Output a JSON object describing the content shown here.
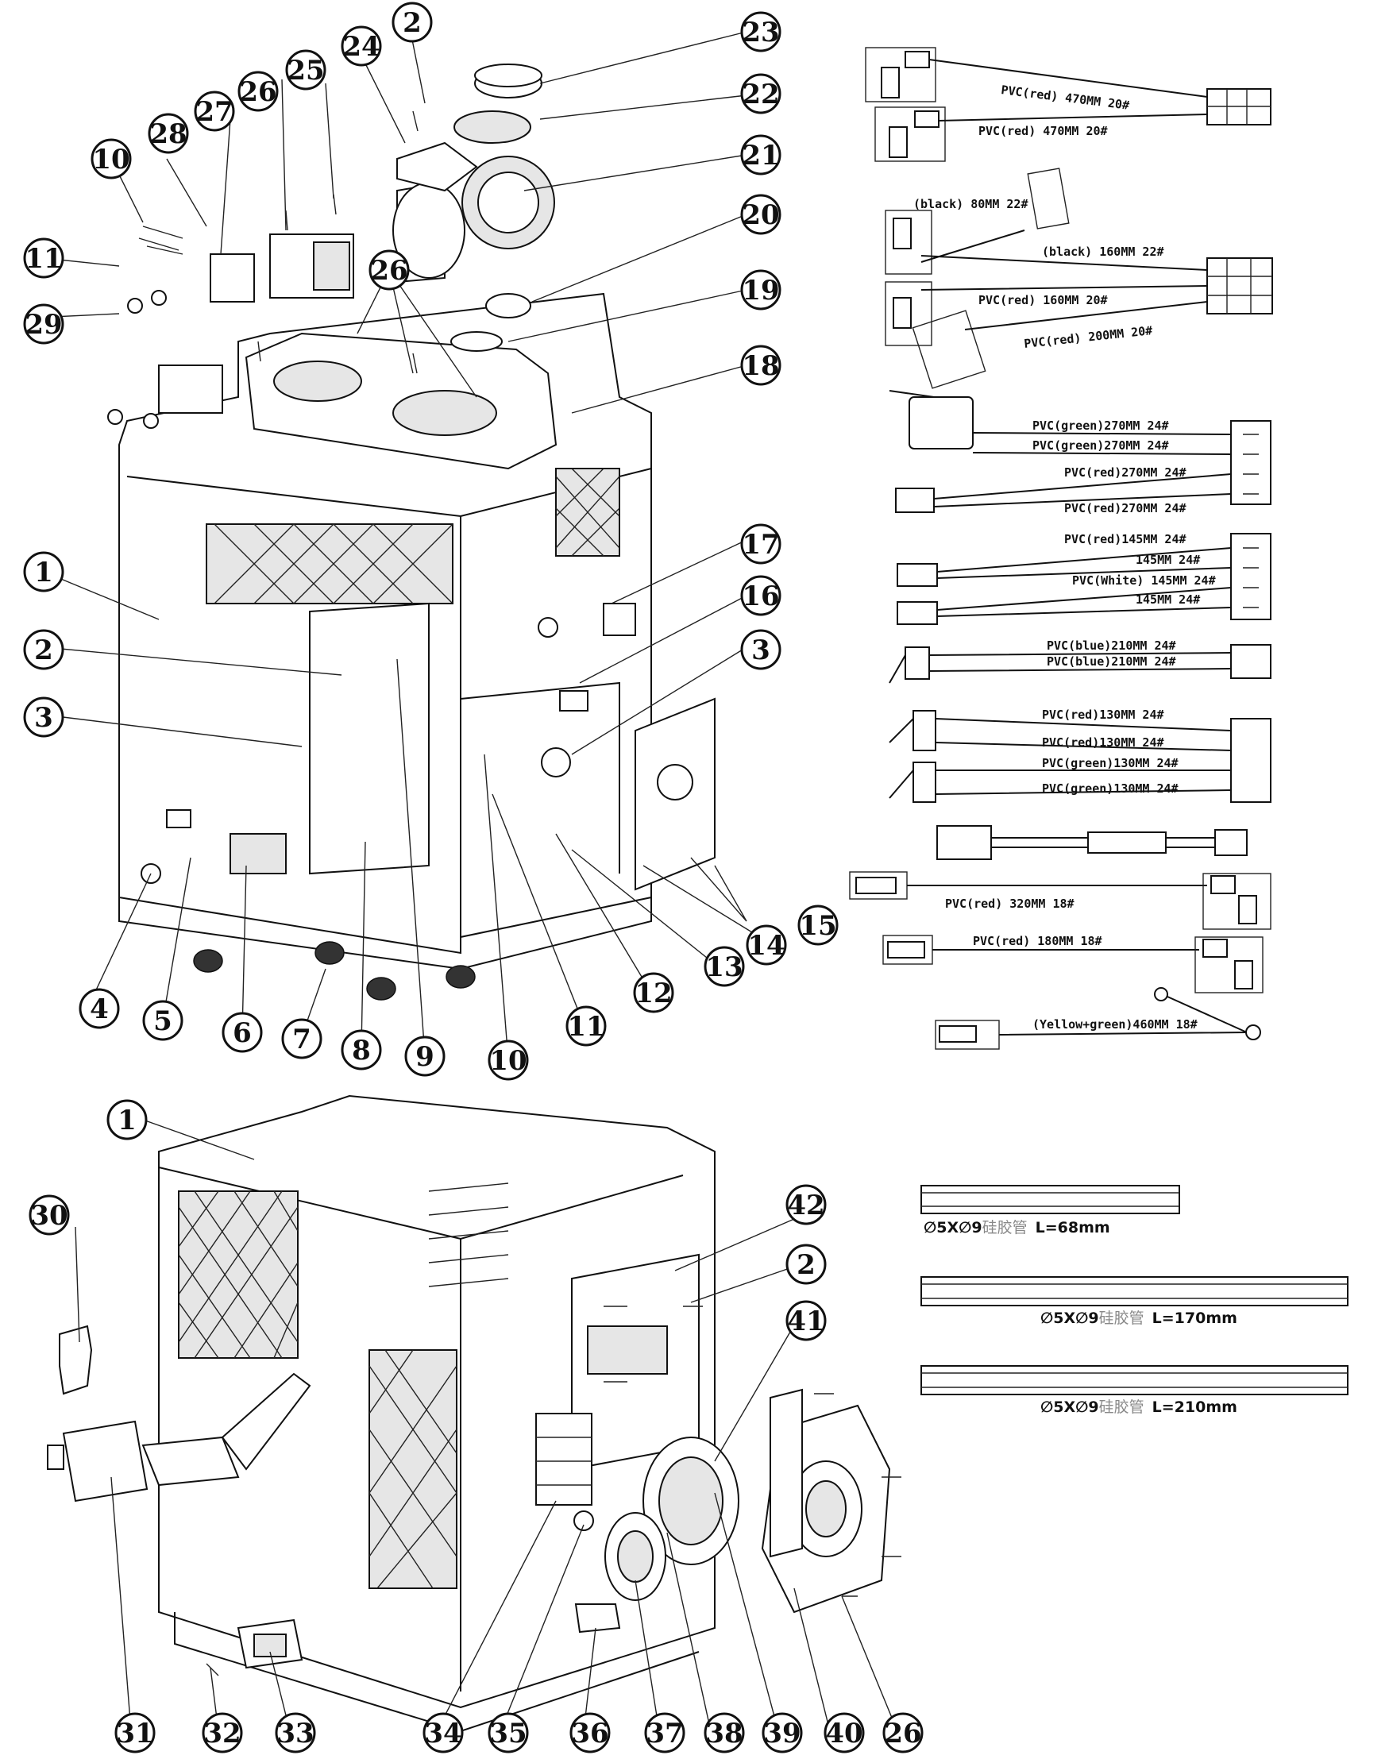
{
  "callouts_top": [
    {
      "id": "c-2a",
      "n": "2"
    },
    {
      "id": "c-23",
      "n": "23"
    },
    {
      "id": "c-24",
      "n": "24"
    },
    {
      "id": "c-22",
      "n": "22"
    },
    {
      "id": "c-25",
      "n": "25"
    },
    {
      "id": "c-26a",
      "n": "26"
    },
    {
      "id": "c-27",
      "n": "27"
    },
    {
      "id": "c-21",
      "n": "21"
    },
    {
      "id": "c-28",
      "n": "28"
    },
    {
      "id": "c-10a",
      "n": "10"
    },
    {
      "id": "c-20",
      "n": "20"
    },
    {
      "id": "c-11a",
      "n": "11"
    },
    {
      "id": "c-26b",
      "n": "26"
    },
    {
      "id": "c-19",
      "n": "19"
    },
    {
      "id": "c-29",
      "n": "29"
    },
    {
      "id": "c-18",
      "n": "18"
    },
    {
      "id": "c-17",
      "n": "17"
    },
    {
      "id": "c-1a",
      "n": "1"
    },
    {
      "id": "c-16",
      "n": "16"
    },
    {
      "id": "c-2b",
      "n": "2"
    },
    {
      "id": "c-3a",
      "n": "3"
    },
    {
      "id": "c-3b",
      "n": "3"
    },
    {
      "id": "c-15",
      "n": "15"
    },
    {
      "id": "c-14",
      "n": "14"
    },
    {
      "id": "c-13",
      "n": "13"
    },
    {
      "id": "c-12",
      "n": "12"
    },
    {
      "id": "c-4",
      "n": "4"
    },
    {
      "id": "c-5",
      "n": "5"
    },
    {
      "id": "c-6",
      "n": "6"
    },
    {
      "id": "c-7",
      "n": "7"
    },
    {
      "id": "c-8",
      "n": "8"
    },
    {
      "id": "c-9",
      "n": "9"
    },
    {
      "id": "c-10b",
      "n": "10"
    },
    {
      "id": "c-11b",
      "n": "11"
    }
  ],
  "callouts_bottom": [
    {
      "id": "c-1b",
      "n": "1"
    },
    {
      "id": "c-42",
      "n": "42"
    },
    {
      "id": "c-30",
      "n": "30"
    },
    {
      "id": "c-2c",
      "n": "2"
    },
    {
      "id": "c-41",
      "n": "41"
    },
    {
      "id": "c-31",
      "n": "31"
    },
    {
      "id": "c-32",
      "n": "32"
    },
    {
      "id": "c-33",
      "n": "33"
    },
    {
      "id": "c-34",
      "n": "34"
    },
    {
      "id": "c-35",
      "n": "35"
    },
    {
      "id": "c-36",
      "n": "36"
    },
    {
      "id": "c-37",
      "n": "37"
    },
    {
      "id": "c-38",
      "n": "38"
    },
    {
      "id": "c-39",
      "n": "39"
    },
    {
      "id": "c-40",
      "n": "40"
    },
    {
      "id": "c-26c",
      "n": "26"
    }
  ],
  "wires": {
    "w1a": "PVC(red) 470MM 20#",
    "w1b": "PVC(red) 470MM 20#",
    "w2a": "(black) 80MM 22#",
    "w2b": "(black) 160MM 22#",
    "w2c": "PVC(red) 160MM 20#",
    "w2d": "PVC(red) 200MM 20#",
    "w3a": "PVC(green)270MM 24#",
    "w3b": "PVC(green)270MM 24#",
    "w3c": "PVC(red)270MM 24#",
    "w3d": "PVC(red)270MM 24#",
    "w4a": "PVC(red)145MM 24#",
    "w4b": "145MM 24#",
    "w4c": "PVC(White) 145MM 24#",
    "w4d": "145MM 24#",
    "w5a": "PVC(blue)210MM 24#",
    "w5b": "PVC(blue)210MM 24#",
    "w6a": "PVC(red)130MM 24#",
    "w6b": "PVC(red)130MM 24#",
    "w6c": "PVC(green)130MM 24#",
    "w6d": "PVC(green)130MM 24#",
    "w8": "PVC(red) 320MM 18#",
    "w9": "PVC(red) 180MM 18#",
    "w10": "(Yellow+green)460MM 18#"
  },
  "tubes": [
    {
      "prefix": "∅5X∅9",
      "cjk": "硅胶管",
      "length": "L=68mm"
    },
    {
      "prefix": "∅5X∅9",
      "cjk": "硅胶管",
      "length": "L=170mm"
    },
    {
      "prefix": "∅5X∅9",
      "cjk": "硅胶管",
      "length": "L=210mm"
    }
  ],
  "icons": [
    "screw-icon",
    "connector-icon",
    "terminal-icon",
    "micro-switch-icon",
    "gear-icon",
    "ring-terminal-icon"
  ]
}
